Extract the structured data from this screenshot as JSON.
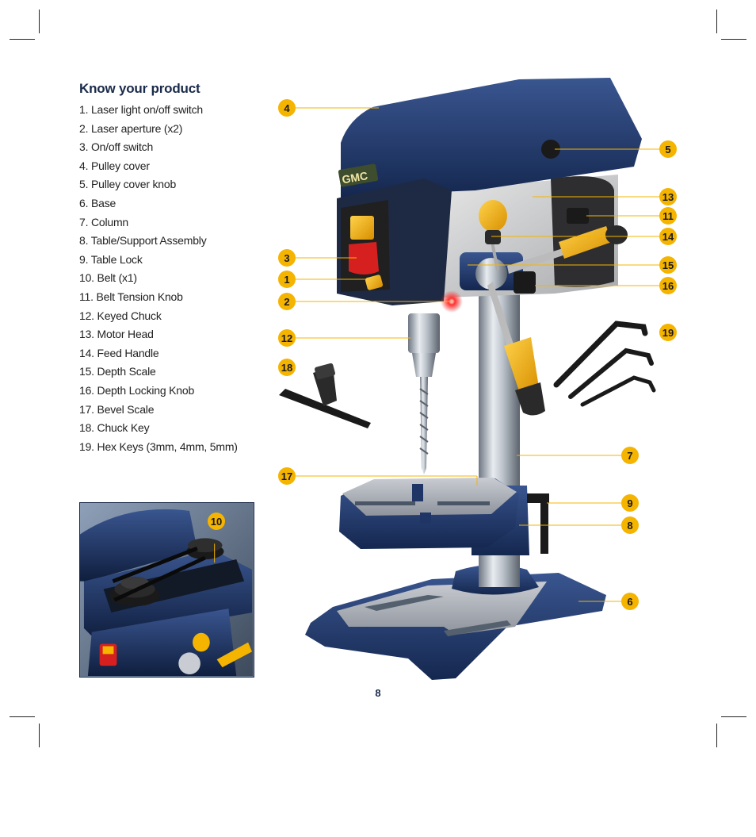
{
  "heading": "Know your product",
  "parts": [
    "1. Laser light on/off switch",
    "2. Laser aperture (x2)",
    "3. On/off switch",
    "4. Pulley cover",
    "5. Pulley cover knob",
    "6. Base",
    "7. Column",
    "8. Table/Support Assembly",
    "9. Table Lock",
    "10. Belt (x1)",
    "11. Belt Tension Knob",
    "12. Keyed Chuck",
    "13. Motor Head",
    "14. Feed Handle",
    "15. Depth Scale",
    "16. Depth Locking Knob",
    "17. Bevel Scale",
    "18. Chuck Key",
    "19. Hex Keys (3mm, 4mm, 5mm)"
  ],
  "brand_logo": "GMC",
  "callouts": {
    "c1": "1",
    "c2": "2",
    "c3": "3",
    "c4": "4",
    "c5": "5",
    "c6": "6",
    "c7": "7",
    "c8": "8",
    "c9": "9",
    "c10": "10",
    "c11": "11",
    "c12": "12",
    "c13": "13",
    "c14": "14",
    "c15": "15",
    "c16": "16",
    "c17": "17",
    "c18": "18",
    "c19": "19"
  },
  "page_number": "8",
  "colors": {
    "badge": "#f5b400",
    "leader": "#f5b400",
    "tool_blue": "#1e3566",
    "heading": "#1a2a4a"
  }
}
